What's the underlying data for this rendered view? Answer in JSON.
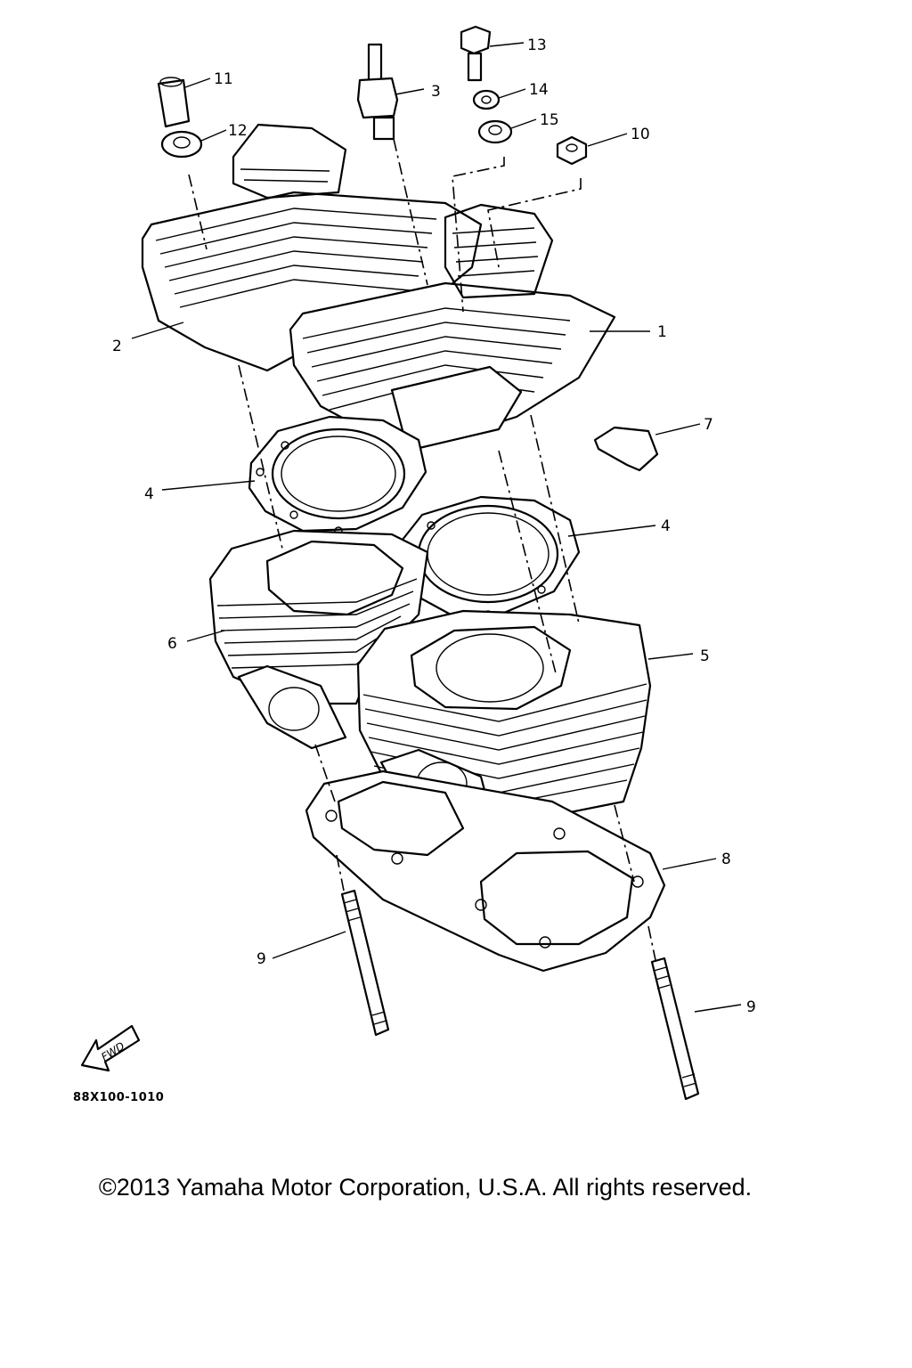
{
  "diagram": {
    "callouts": [
      {
        "id": "1",
        "label": "1"
      },
      {
        "id": "2",
        "label": "2"
      },
      {
        "id": "3",
        "label": "3"
      },
      {
        "id": "4a",
        "label": "4"
      },
      {
        "id": "4b",
        "label": "4"
      },
      {
        "id": "5",
        "label": "5"
      },
      {
        "id": "6",
        "label": "6"
      },
      {
        "id": "7",
        "label": "7"
      },
      {
        "id": "8",
        "label": "8"
      },
      {
        "id": "9a",
        "label": "9"
      },
      {
        "id": "9b",
        "label": "9"
      },
      {
        "id": "10",
        "label": "10"
      },
      {
        "id": "11",
        "label": "11"
      },
      {
        "id": "12",
        "label": "12"
      },
      {
        "id": "13",
        "label": "13"
      },
      {
        "id": "14",
        "label": "14"
      },
      {
        "id": "15",
        "label": "15"
      }
    ],
    "fwd_label": "FWD",
    "diagram_code": "88X100-1010"
  },
  "footer": {
    "copyright": "©2013 Yamaha Motor Corporation, U.S.A. All rights reserved."
  }
}
